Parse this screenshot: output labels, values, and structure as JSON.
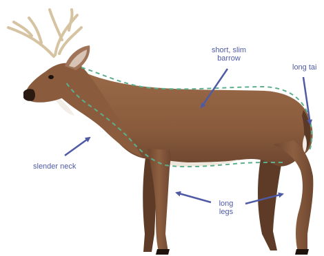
{
  "colors": {
    "label": "#4f5aa5",
    "arrow": "#4f5aa5",
    "outline": "#5ab08c",
    "coat": "#8a5c3d",
    "coat_light": "#a8795a",
    "coat_dark": "#5e3b27",
    "belly": "#eee6da",
    "antler": "#d9c7a8"
  },
  "labels": {
    "barrow": [
      "short, slim",
      "barrow"
    ],
    "tail": "long tai",
    "neck": "slender neck",
    "legs": [
      "long",
      "legs"
    ]
  }
}
